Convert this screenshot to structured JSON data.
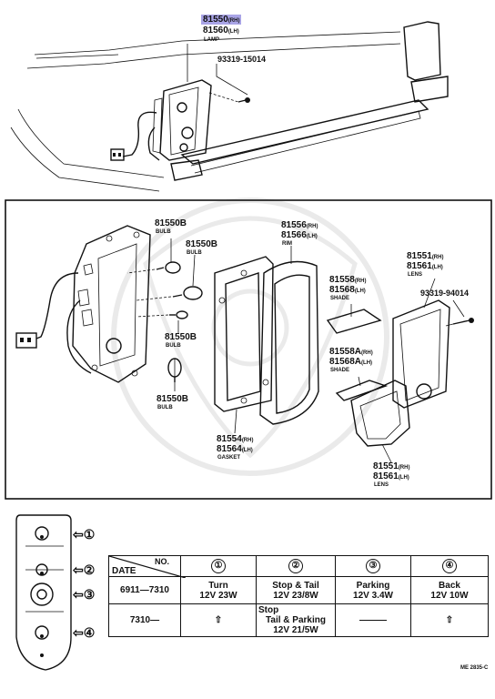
{
  "top": {
    "part1_no": "81550",
    "part1_rh": "(RH)",
    "part2_no": "81560",
    "part2_lh": "(LH)",
    "part_label": "LAMP",
    "screw_no": "93319-15014"
  },
  "detail": {
    "bulb1_no": "81550B",
    "bulb1_label": "BULB",
    "bulb2_no": "81550B",
    "bulb2_label": "BULB",
    "bulb3_no": "81550B",
    "bulb3_label": "BULB",
    "bulb4_no": "81550B",
    "bulb4_label": "BULB",
    "rim_no1": "81556",
    "rim_rh": "(RH)",
    "rim_no2": "81566",
    "rim_lh": "(LH)",
    "rim_label": "RIM",
    "lens_top_no1": "81551",
    "lens_top_rh": "(RH)",
    "lens_top_no2": "81561",
    "lens_top_lh": "(LH)",
    "lens_top_label": "LENS",
    "screw2_no": "93319-94014",
    "shade1_no1": "81558",
    "shade1_rh": "(RH)",
    "shade1_no2": "81568",
    "shade1_lh": "(LH)",
    "shade1_label": "SHADE",
    "shade2_no1": "81558A",
    "shade2_rh": "(RH)",
    "shade2_no2": "81568A",
    "shade2_lh": "(LH)",
    "shade2_label": "SHADE",
    "gasket_no1": "81554",
    "gasket_rh": "(RH)",
    "gasket_no2": "81564",
    "gasket_lh": "(LH)",
    "gasket_label": "GASKET",
    "lens_bot_no1": "81551",
    "lens_bot_rh": "(RH)",
    "lens_bot_no2": "81561",
    "lens_bot_lh": "(LH)",
    "lens_bot_label": "LENS"
  },
  "legend": {
    "marker1": "①",
    "marker2": "②",
    "marker3": "③",
    "marker4": "④",
    "arrow": "⇦"
  },
  "table": {
    "header_date": "DATE",
    "header_no": "NO.",
    "col1": "①",
    "col2": "②",
    "col3": "③",
    "col4": "④",
    "row1": {
      "date": "6911—7310",
      "c1_line1": "Turn",
      "c1_line2": "12V 23W",
      "c2_line1": "Stop & Tail",
      "c2_line2": "12V 23/8W",
      "c3_line1": "Parking",
      "c3_line2": "12V 3.4W",
      "c4_line1": "Back",
      "c4_line2": "12V 10W"
    },
    "row2": {
      "date": "7310—",
      "c1": "⇧",
      "c2_line1": "Stop",
      "c2_line2": "Tail & Parking",
      "c2_line3": "12V 21/5W",
      "c3": "———",
      "c4": "⇧"
    }
  },
  "footer_code": "ME 2835-C"
}
